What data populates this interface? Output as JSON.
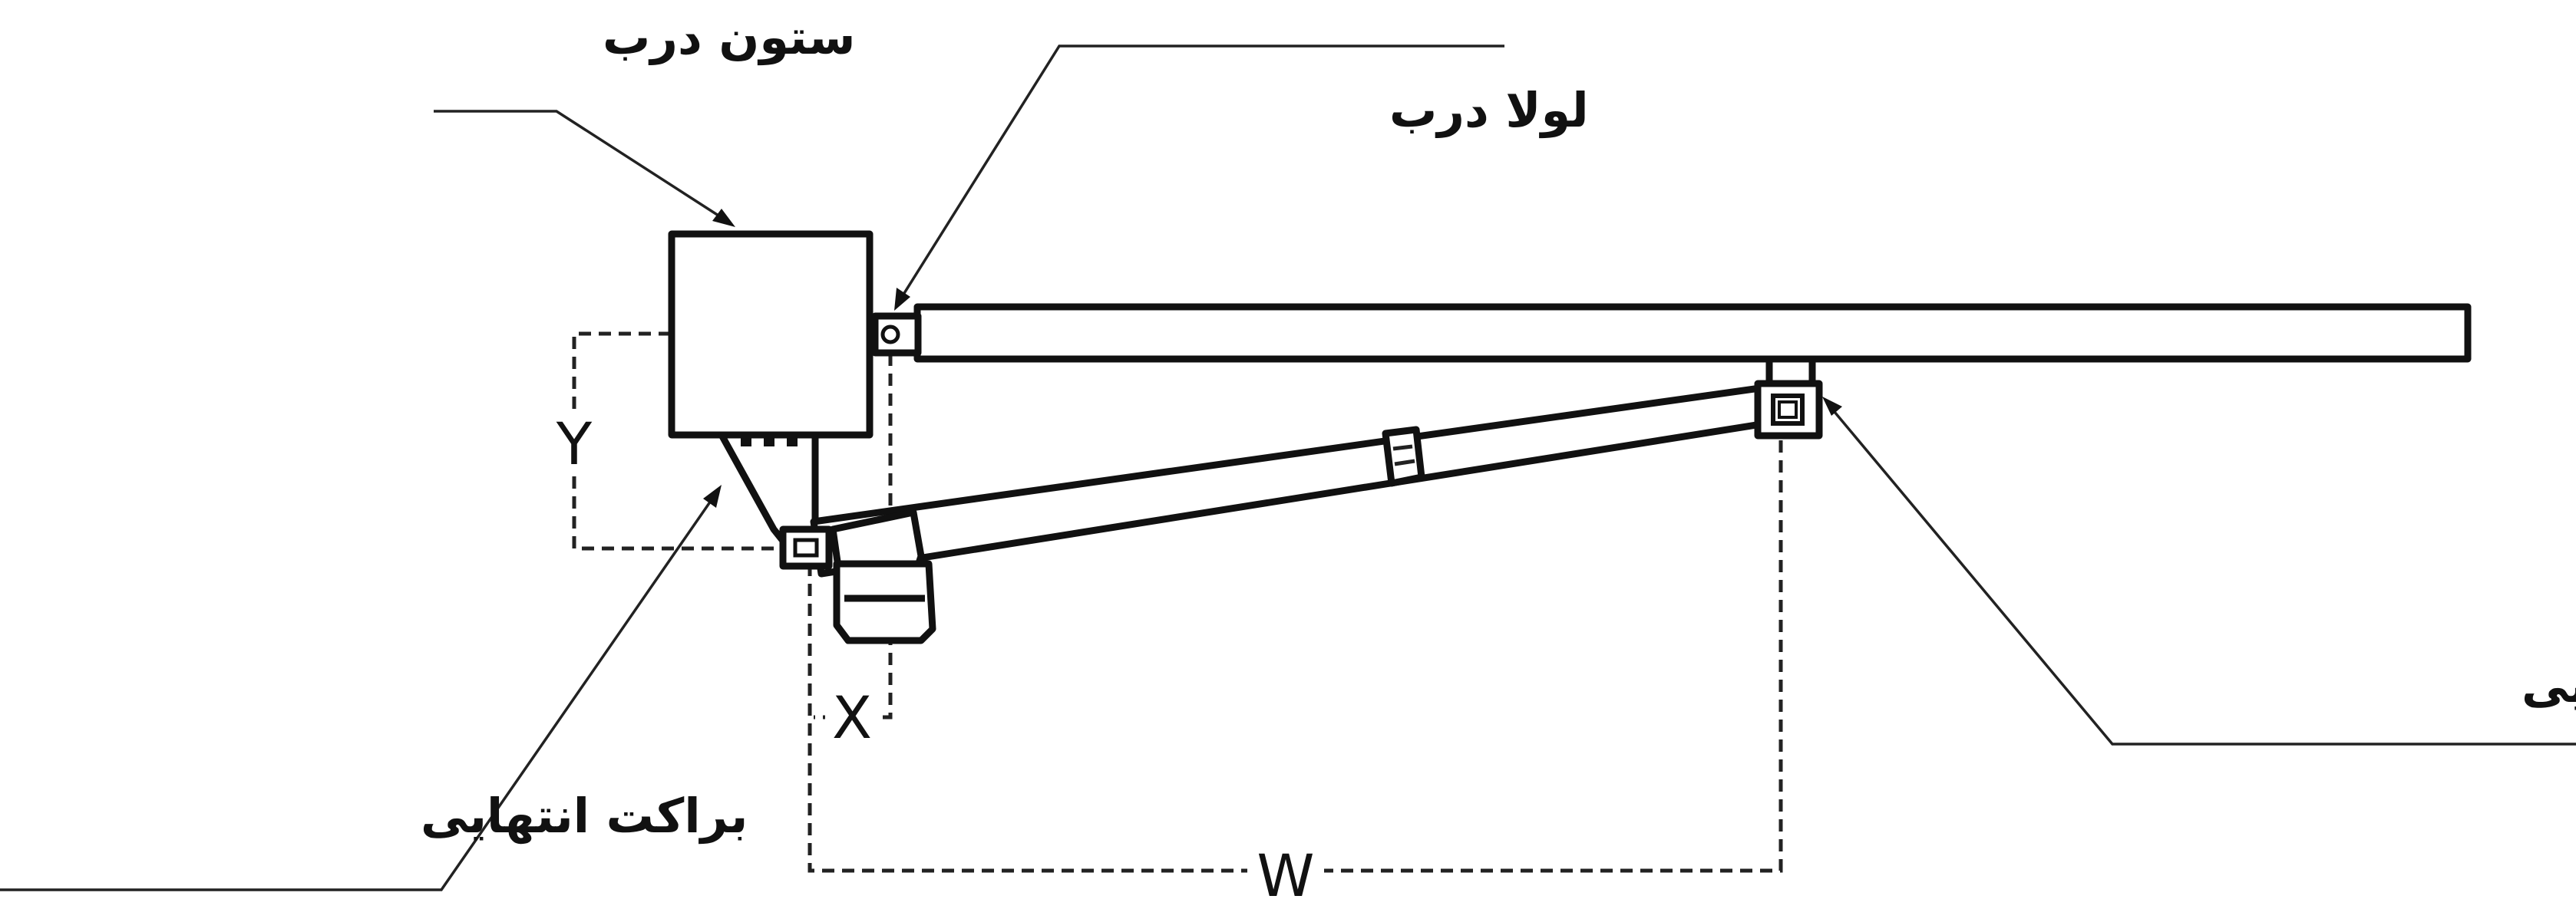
{
  "labels": {
    "door_post": "ستون درب",
    "door_hinge": "لولا درب",
    "start_bracket": "براکت ابتدایی",
    "end_bracket": "براکت انتهایی"
  },
  "dimensions": {
    "x": "X",
    "y": "Y",
    "w": "W"
  }
}
